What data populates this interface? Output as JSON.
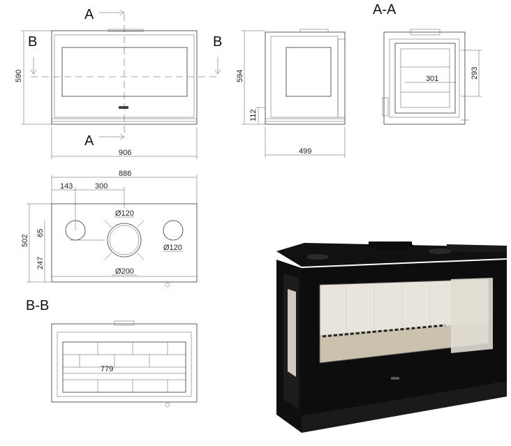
{
  "sections": {
    "a_marker": "A",
    "b_marker": "B",
    "aa_title": "A-A",
    "bb_title": "B-B"
  },
  "front_view": {
    "height": "590",
    "width": "906"
  },
  "side_view": {
    "height": "594",
    "depth": "499",
    "base_height": "112"
  },
  "section_aa": {
    "inner_width": "301",
    "inner_height": "293"
  },
  "top_view": {
    "overall_width": "886",
    "offset_left": "143",
    "spacing": "300",
    "depth": "502",
    "flue_offset": "247",
    "small_offset": "65",
    "outlet_left": "Ø120",
    "outlet_right": "Ø120",
    "outlet_center": "Ø200"
  },
  "section_bb": {
    "inner_width": "779"
  },
  "colors": {
    "body": "#0d0d0d",
    "glass": "#d9d4cc",
    "brick": "#e8e4dc",
    "base": "#cbc2ae"
  }
}
